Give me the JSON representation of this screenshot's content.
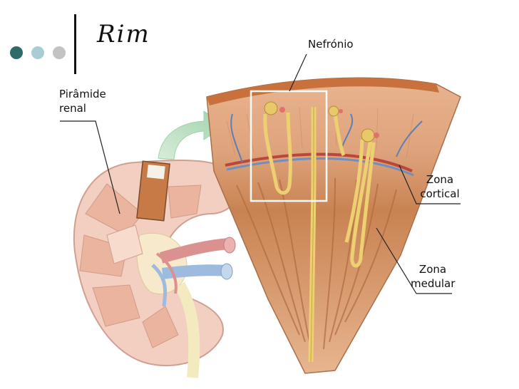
{
  "slide": {
    "title": "Rim"
  },
  "labels": {
    "piramide_line1": "Pirâmide",
    "piramide_line2": "renal",
    "nefronio": "Nefrónio",
    "zona_cortical_line1": "Zona",
    "zona_cortical_line2": "cortical",
    "zona_medular_line1": "Zona",
    "zona_medular_line2": "medular"
  },
  "colors": {
    "dot_1": "#2f6b6b",
    "dot_2": "#a9cdd4",
    "dot_3": "#c3c3c3"
  }
}
